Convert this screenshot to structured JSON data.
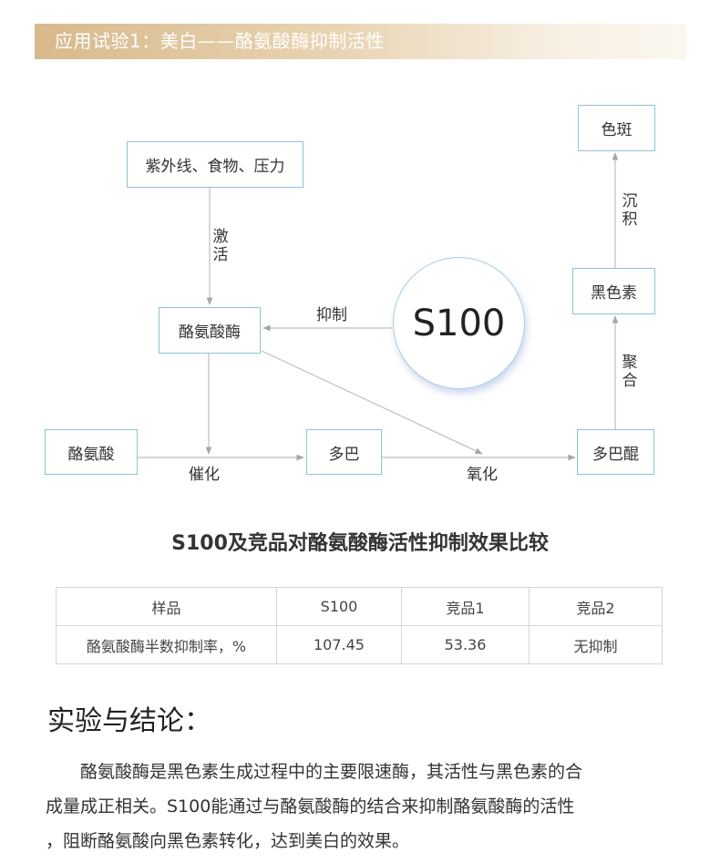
{
  "banner": {
    "title": "应用试验1：美白——酪氨酸酶抑制活性"
  },
  "diagram": {
    "nodes": {
      "uv": "紫外线、食物、压力",
      "enzyme": "酪氨酸酶",
      "tyrosine": "酪氨酸",
      "dopa": "多巴",
      "dopaquinone": "多巴醌",
      "melanin": "黑色素",
      "spot": "色斑",
      "s100": "S100"
    },
    "edges": {
      "activate": "激活",
      "inhibit": "抑制",
      "catalyze": "催化",
      "oxidize": "氧化",
      "polymerize": "聚合",
      "deposit": "沉积"
    }
  },
  "comparison": {
    "title": "S100及竞品对酪氨酸酶活性抑制效果比较",
    "headers": [
      "样品",
      "S100",
      "竞品1",
      "竞品2"
    ],
    "row": [
      "酪氨酸酶半数抑制率，%",
      "107.45",
      "53.36",
      "无抑制"
    ]
  },
  "conclusion": {
    "title": "实验与结论：",
    "line1": "　　酪氨酸酶是黑色素生成过程中的主要限速酶，其活性与黑色素的合",
    "line2": "成量成正相关。S100能通过与酪氨酸酶的结合来抑制酪氨酸酶的活性",
    "line3": "，阻断酪氨酸向黑色素转化，达到美白的效果。"
  }
}
